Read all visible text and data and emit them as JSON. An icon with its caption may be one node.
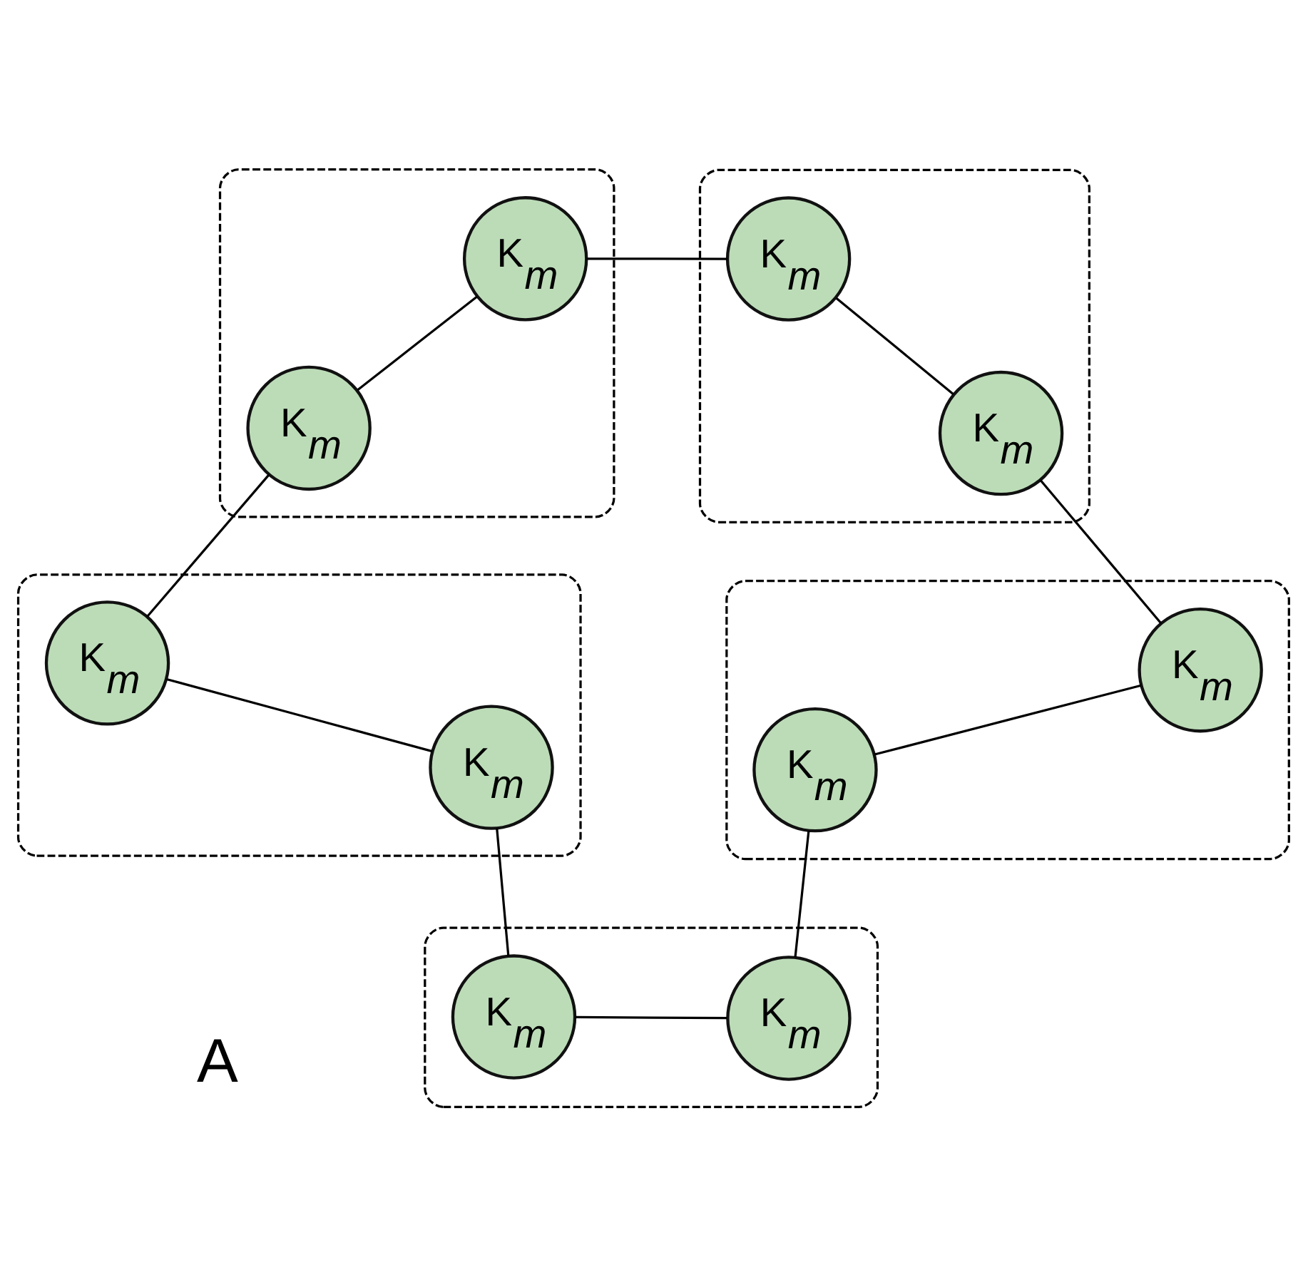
{
  "diagram": {
    "nodes": [
      {
        "text": [],
        "shape": "ellipse"
      },
      {
        "text": [
          "K$_{m}$"
        ],
        "in": 0
      },
      {
        "text": [
          "K$_{m}$"
        ],
        "in": 0
      },
      {
        "text": [],
        "shape": "ellipse"
      },
      {
        "text": [
          "K$_{m}$"
        ],
        "in": 3
      },
      {
        "text": [
          "K$_{m}$"
        ],
        "in": 3
      },
      {
        "text": [],
        "shape": "ellipse"
      },
      {
        "text": [
          "K$_{m}$"
        ],
        "in": 6
      },
      {
        "text": [
          "K$_{m}$"
        ],
        "in": 6
      },
      {
        "text": [],
        "shape": "ellipse"
      },
      {
        "text": [
          "K$_{m}$"
        ],
        "in": 9
      },
      {
        "text": [
          "K$_{m}$"
        ],
        "in": 9
      },
      {
        "text": [],
        "shape": "ellipse"
      },
      {
        "text": [
          "K$_{m}$"
        ],
        "in": 12
      },
      {
        "text": [
          "K$_{m}$"
        ],
        "in": 12
      }
    ],
    "edges": [
      {
        "from": 1,
        "to": 2,
        "arrow": "none"
      },
      {
        "from": 2,
        "to": 4,
        "arrow": "none"
      },
      {
        "from": 4,
        "to": 5,
        "arrow": "none"
      },
      {
        "from": 5,
        "to": 7,
        "arrow": "none"
      },
      {
        "from": 7,
        "to": 8,
        "arrow": "none"
      },
      {
        "from": 8,
        "to": 10,
        "arrow": "none"
      },
      {
        "from": 10,
        "to": 11,
        "arrow": "none"
      },
      {
        "from": 11,
        "to": 13,
        "arrow": "none"
      },
      {
        "from": 13,
        "to": 14,
        "arrow": "none"
      },
      {
        "from": 14,
        "to": 1,
        "arrow": "none"
      }
    ],
    "labels": [
      "A"
    ]
  }
}
